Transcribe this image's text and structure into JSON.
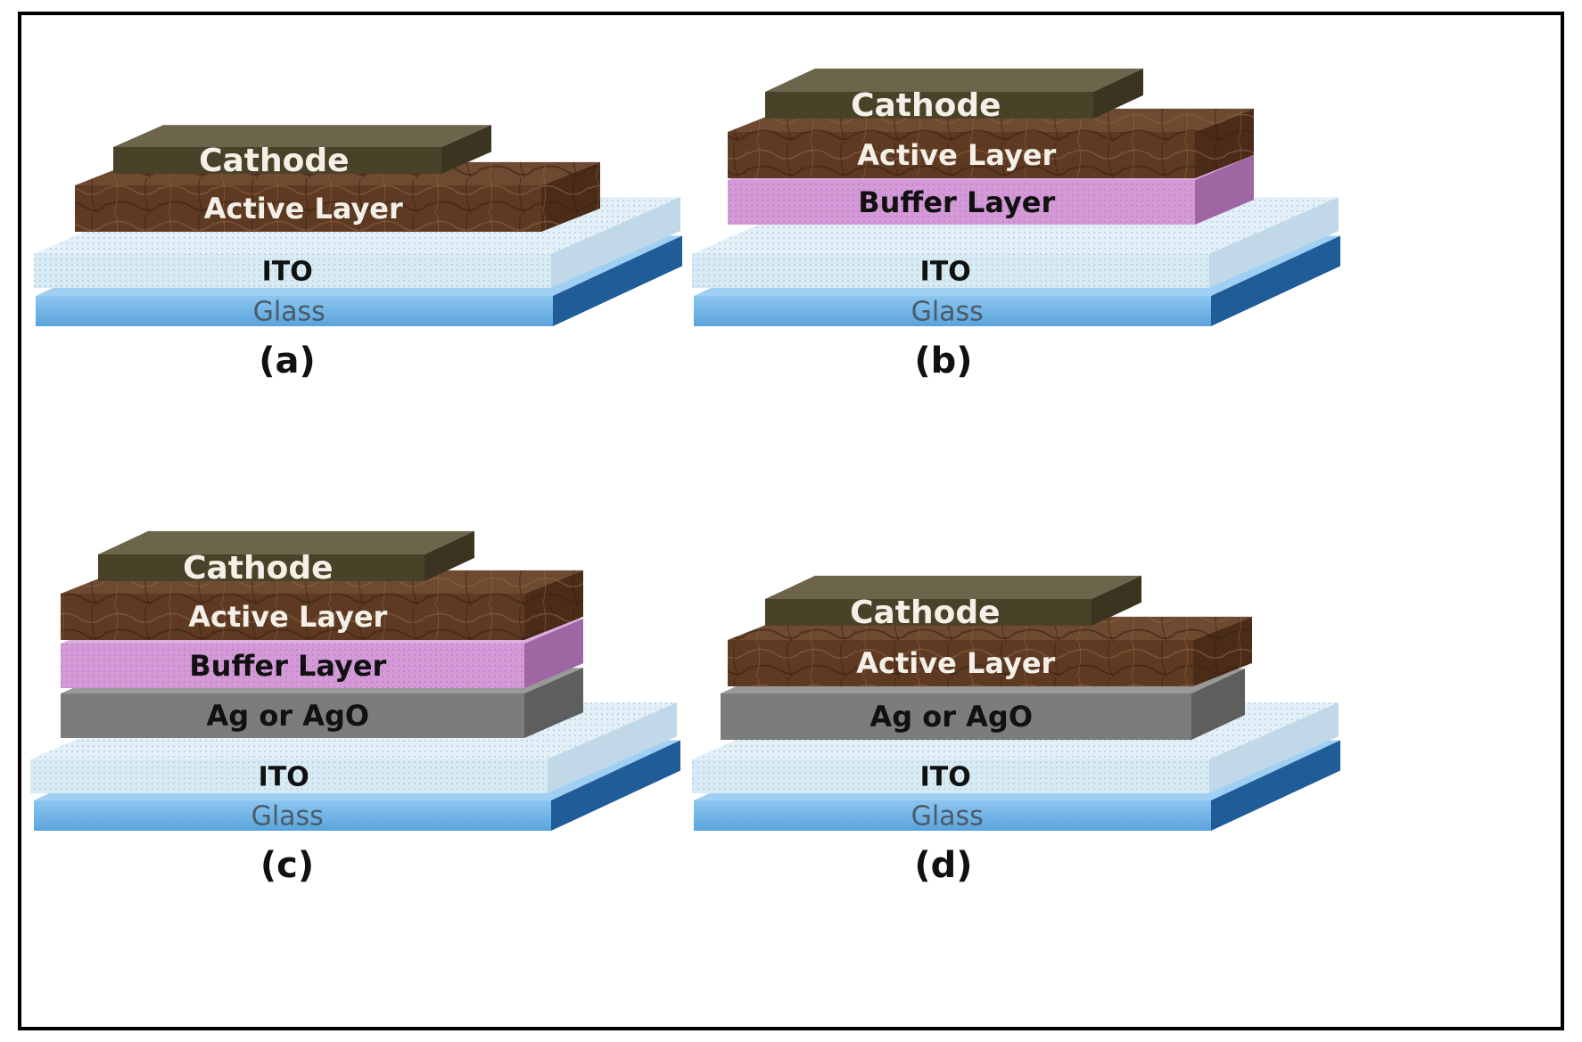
{
  "panels": [
    {
      "id": "a",
      "caption": "(a)",
      "layers": [
        {
          "key": "glass",
          "label": "Glass"
        },
        {
          "key": "ito",
          "label": "ITO"
        },
        {
          "key": "active",
          "label": "Active Layer"
        },
        {
          "key": "cathode",
          "label": "Cathode"
        }
      ]
    },
    {
      "id": "b",
      "caption": "(b)",
      "layers": [
        {
          "key": "glass",
          "label": "Glass"
        },
        {
          "key": "ito",
          "label": "ITO"
        },
        {
          "key": "buffer",
          "label": "Buffer Layer"
        },
        {
          "key": "active",
          "label": "Active Layer"
        },
        {
          "key": "cathode",
          "label": "Cathode"
        }
      ]
    },
    {
      "id": "c",
      "caption": "(c)",
      "layers": [
        {
          "key": "glass",
          "label": "Glass"
        },
        {
          "key": "ito",
          "label": "ITO"
        },
        {
          "key": "ag",
          "label": "Ag or AgO"
        },
        {
          "key": "buffer",
          "label": "Buffer Layer"
        },
        {
          "key": "active",
          "label": "Active Layer"
        },
        {
          "key": "cathode",
          "label": "Cathode"
        }
      ]
    },
    {
      "id": "d",
      "caption": "(d)",
      "layers": [
        {
          "key": "glass",
          "label": "Glass"
        },
        {
          "key": "ito",
          "label": "ITO"
        },
        {
          "key": "ag",
          "label": "Ag or AgO"
        },
        {
          "key": "active",
          "label": "Active Layer"
        },
        {
          "key": "cathode",
          "label": "Cathode"
        }
      ]
    }
  ],
  "colors": {
    "glass": "#6fb3e8",
    "ito": "#d8eaf4",
    "active": "#5e3a22",
    "cathode": "#4a4228",
    "buffer": "#d49ad8",
    "ag": "#7c7c7c"
  }
}
